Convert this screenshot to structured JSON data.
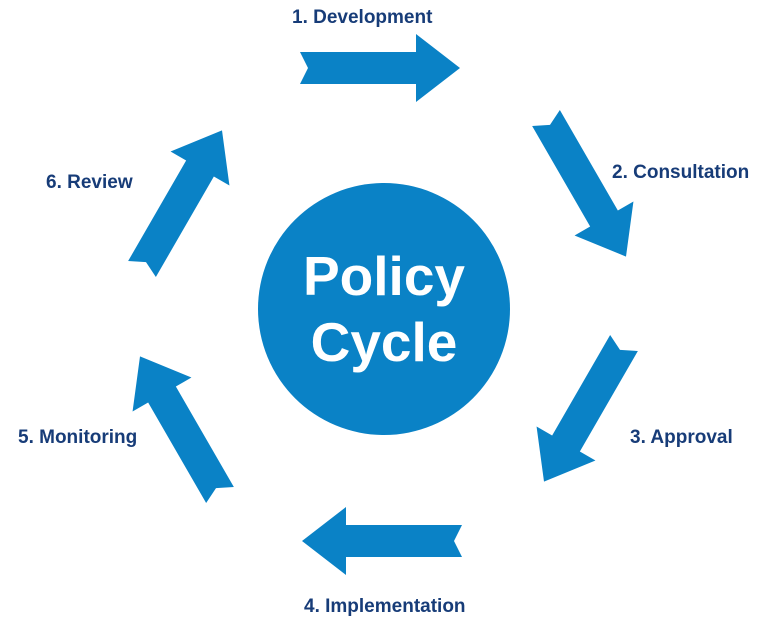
{
  "center": {
    "line1": "Policy",
    "line2": "Cycle"
  },
  "steps": [
    {
      "label": "1. Development"
    },
    {
      "label": "2. Consultation"
    },
    {
      "label": "3. Approval"
    },
    {
      "label": "4. Implementation"
    },
    {
      "label": "5. Monitoring"
    },
    {
      "label": "6. Review"
    }
  ],
  "colors": {
    "arrow": "#0a82c6",
    "circle": "#0a82c6",
    "label_text": "#173c78",
    "center_text": "#ffffff"
  },
  "icons": {
    "arrows": "chevron-tail-arrow"
  }
}
